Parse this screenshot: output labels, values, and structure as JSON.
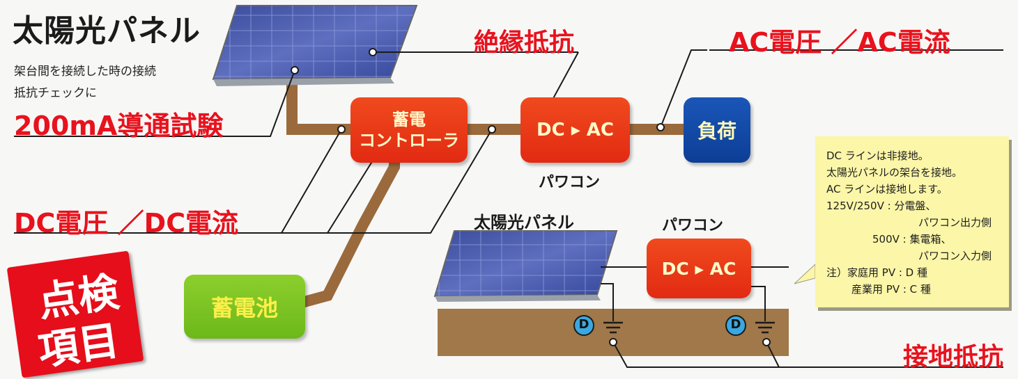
{
  "title": "太陽光パネル",
  "subtitle_lines": [
    "架台間を接続した時の接続",
    "抵抗チェックに"
  ],
  "labels": {
    "conduction_test": "200mA導通試験",
    "insulation_resistance": "絶縁抵抗",
    "ac_voltage_current": "AC電圧 ／AC電流",
    "dc_voltage_current": "DC電圧 ／DC電流",
    "ground_resistance": "接地抵抗"
  },
  "boxes": {
    "charge_controller": [
      "蓄電",
      "コントローラ"
    ],
    "inverter_top": "DC ▸ AC",
    "load": "負荷",
    "battery": "蓄電池",
    "inverter_bottom": "DC ▸ AC"
  },
  "captions": {
    "pawakon_top": "パワコン",
    "solar_panel_bottom": "太陽光パネル",
    "pawakon_bottom": "パワコン"
  },
  "ground_symbol": "D",
  "note_lines": [
    "DC ラインは非接地。",
    "太陽光パネルの架台を接地。",
    "AC ラインは接地します。",
    "125V/250V : 分電盤、",
    "パワコン出力側",
    "500V : 集電箱、",
    "パワコン入力側",
    "注）家庭用 PV : D 種",
    "産業用 PV : C 種"
  ],
  "badge_lines": [
    "点検",
    "項目"
  ],
  "colors": {
    "accent_red": "#e8121d",
    "wire_brown": "#9a6a3c",
    "ground_brown": "#a17849",
    "note_yellow": "#fbf6a8",
    "box_orange": "#e8361a",
    "box_blue": "#0d3e96",
    "box_green": "#7cc324"
  }
}
